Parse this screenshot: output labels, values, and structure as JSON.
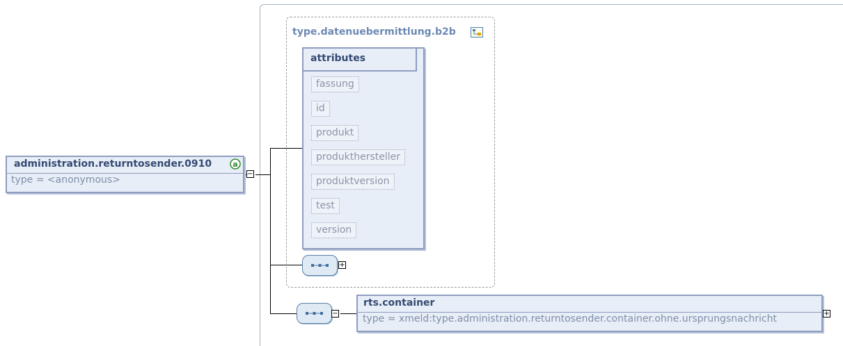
{
  "root_element": {
    "name": "administration.returntosender.0910",
    "type": "type = <anonymous>",
    "badge": "a"
  },
  "type_group": {
    "title": "type.datenuebermittlung.b2b",
    "icon": "type-hierarchy-icon"
  },
  "attributes": {
    "title": "attributes",
    "items": [
      "fassung",
      "id",
      "produkt",
      "produkthersteller",
      "produktversion",
      "test",
      "version"
    ]
  },
  "child_element": {
    "name": "rts.container",
    "type": "type = xmeld:type.administration.returntosender.container.ohne.ursprungsnachricht"
  },
  "toggles": {
    "collapse": "−",
    "expand": "+"
  },
  "colors": {
    "box_fill": "#e8eef7",
    "box_border": "#8d9cbf",
    "name_text": "#344a72",
    "type_text": "#7f8ea8",
    "type_group_title": "#6d8ab3",
    "badge_green": "#2f8a2f",
    "sequence_border": "#5a7fa6"
  }
}
